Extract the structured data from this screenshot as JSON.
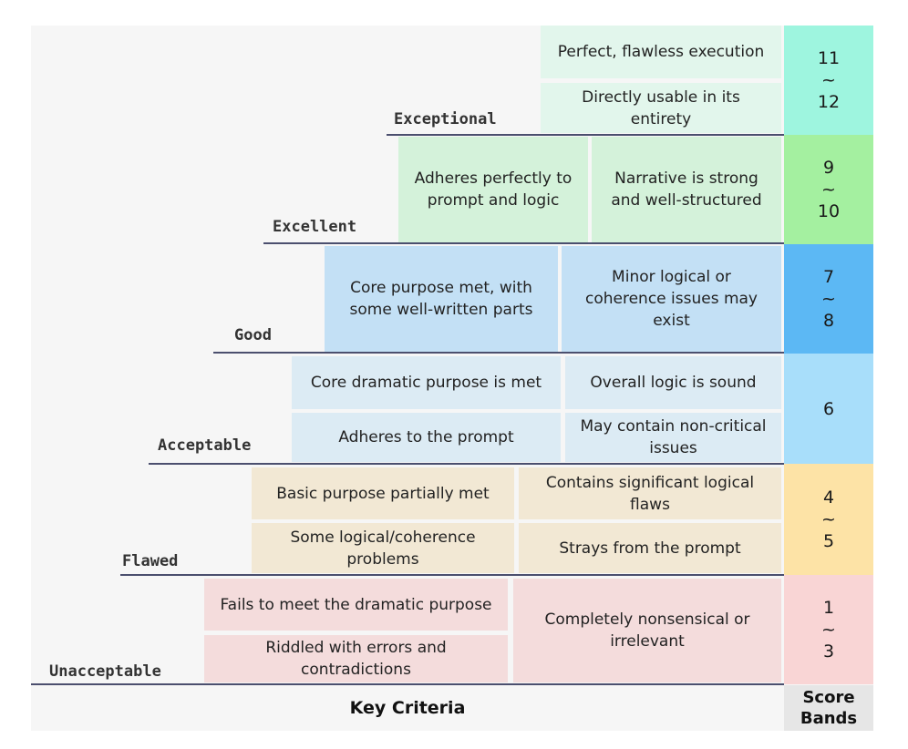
{
  "levels": [
    {
      "label": "Exceptional",
      "score": "11\n~\n12",
      "color": "#e2f6ec",
      "score_color": "#9ef5df",
      "criteria": [
        "Perfect, flawless execution",
        "Directly usable in its entirety"
      ]
    },
    {
      "label": "Excellent",
      "score": "9\n~\n10",
      "color": "#d4f2da",
      "score_color": "#a4f0a0",
      "criteria": [
        "Adheres perfectly to prompt and logic",
        "Narrative is strong and well-structured"
      ]
    },
    {
      "label": "Good",
      "score": "7\n~\n8",
      "color": "#c3e0f5",
      "score_color": "#5cb8f4",
      "criteria": [
        "Core purpose met, with some well-written parts",
        "Minor logical or coherence issues may exist"
      ]
    },
    {
      "label": "Acceptable",
      "score": "6",
      "color": "#dcebf4",
      "score_color": "#a8defa",
      "criteria": [
        "Core dramatic purpose is met",
        "Overall logic is sound",
        "Adheres to the prompt",
        "May contain non-critical issues"
      ]
    },
    {
      "label": "Flawed",
      "score": "4\n~\n5",
      "color": "#f2e8d4",
      "score_color": "#fde3a6",
      "criteria": [
        "Basic purpose partially met",
        "Contains significant logical flaws",
        "Some logical/coherence problems",
        "Strays from the prompt"
      ]
    },
    {
      "label": "Unacceptable",
      "score": "1\n~\n3",
      "color": "#f4dcdc",
      "score_color": "#f9d5d5",
      "criteria": [
        "Fails to meet the dramatic purpose",
        "Completely nonsensical or irrelevant",
        "Riddled with errors and contradictions"
      ]
    }
  ],
  "footer": {
    "key_criteria": "Key Criteria",
    "score_bands": "Score\nBands"
  }
}
